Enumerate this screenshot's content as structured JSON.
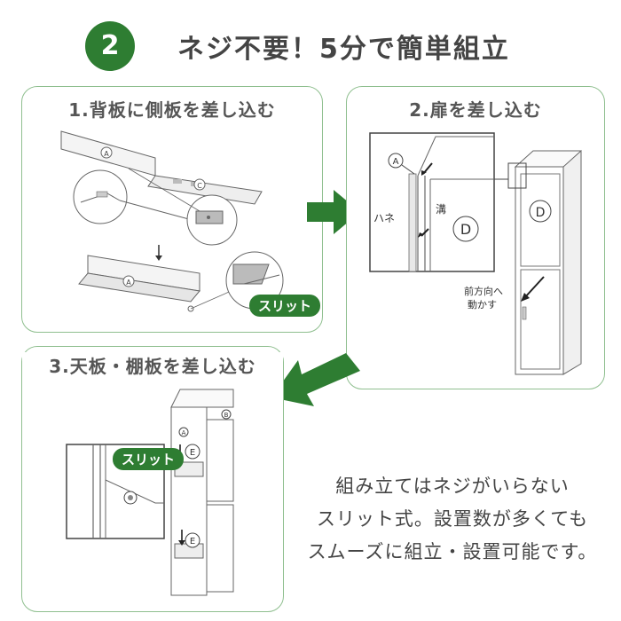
{
  "header": {
    "step_number": "2",
    "title": "ネジ不要！5分で簡単組立"
  },
  "panel1": {
    "title": "1.背板に側板を差し込む",
    "part_a": "A",
    "part_c": "C",
    "slit_label": "スリット"
  },
  "panel2": {
    "title": "2.扉を差し込む",
    "part_a": "A",
    "part_d": "D",
    "hane_label": "ハネ",
    "groove_label": "溝",
    "direction_line1": "前方向へ",
    "direction_line2": "動かす"
  },
  "panel3": {
    "title": "3.天板・棚板を差し込む",
    "part_a": "A",
    "part_b": "B",
    "part_e": "E",
    "slit_label": "スリット"
  },
  "note": {
    "line1": "組み立てはネジがいらない",
    "line2": "スリット式。設置数が多くても",
    "line3": "スムーズに組立・設置可能です。"
  },
  "colors": {
    "accent": "#2e7d32",
    "panel_border": "#8fbf8f",
    "text": "#444444"
  }
}
